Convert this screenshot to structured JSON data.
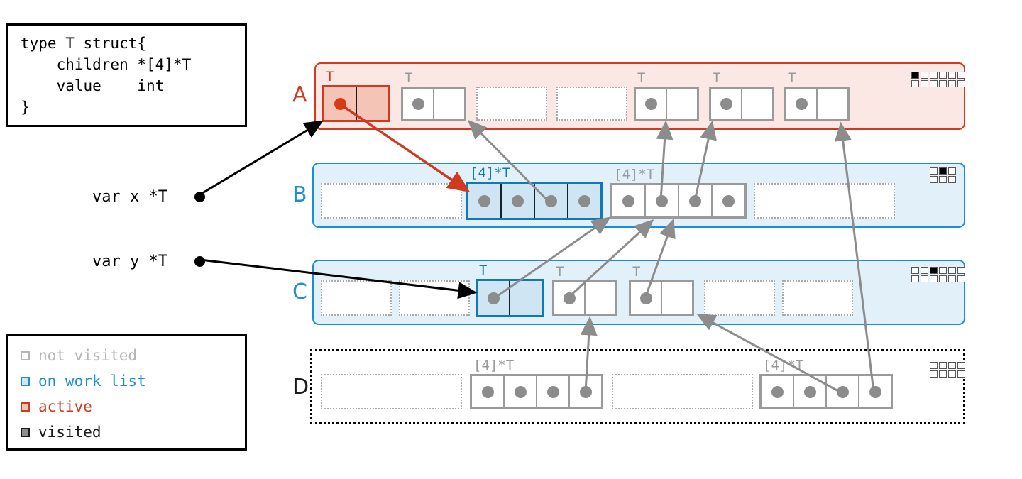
{
  "code_box": {
    "lines": [
      "type T struct{",
      "    children *[4]*T",
      "    value    int",
      "}"
    ]
  },
  "legend": {
    "items": [
      {
        "label": "not visited",
        "color": "#b5b5b5",
        "fill": "#ffffff"
      },
      {
        "label": "on work list",
        "color": "#1f8dd6",
        "fill": "#cfe5f4"
      },
      {
        "label": "active",
        "color": "#cf3a21",
        "fill": "#f4c4b6"
      },
      {
        "label": "visited",
        "color": "#1a1a1a",
        "fill": "#8c8c8c"
      }
    ]
  },
  "variables": [
    {
      "name": "var x *T",
      "text": "var x *T"
    },
    {
      "name": "var y *T",
      "text": "var y *T"
    }
  ],
  "rows": {
    "A": {
      "letter": "A",
      "letter_color": "#cf3a21",
      "badge": {
        "cols": 6,
        "rows": 2,
        "filled_index": 0
      },
      "slots": [
        {
          "kind": "node",
          "type": "struct",
          "label": "T",
          "state": "active",
          "cells": 2,
          "dots": [
            true,
            false
          ]
        },
        {
          "kind": "node",
          "type": "struct",
          "label": "T",
          "state": "not-visited",
          "cells": 2,
          "dots": [
            true,
            false
          ]
        },
        {
          "kind": "empty"
        },
        {
          "kind": "empty"
        },
        {
          "kind": "node",
          "type": "struct",
          "label": "T",
          "state": "not-visited",
          "cells": 2,
          "dots": [
            true,
            false
          ]
        },
        {
          "kind": "node",
          "type": "struct",
          "label": "T",
          "state": "not-visited",
          "cells": 2,
          "dots": [
            true,
            false
          ]
        },
        {
          "kind": "node",
          "type": "struct",
          "label": "T",
          "state": "not-visited",
          "cells": 2,
          "dots": [
            true,
            false
          ]
        }
      ]
    },
    "B": {
      "letter": "B",
      "letter_color": "#1f8dd6",
      "badge": {
        "cols": 3,
        "rows": 2,
        "filled_index": 1
      },
      "slots": [
        {
          "kind": "empty-wide"
        },
        {
          "kind": "node",
          "type": "array",
          "label": "[4]*T",
          "state": "on-work-list",
          "cells": 4,
          "dots": [
            true,
            true,
            true,
            true
          ]
        },
        {
          "kind": "node",
          "type": "array",
          "label": "[4]*T",
          "state": "not-visited",
          "cells": 4,
          "dots": [
            true,
            true,
            true,
            true
          ]
        },
        {
          "kind": "empty-wide"
        }
      ]
    },
    "C": {
      "letter": "C",
      "letter_color": "#1f8dd6",
      "badge": {
        "cols": 6,
        "rows": 2,
        "filled_index": 2
      },
      "slots": [
        {
          "kind": "empty"
        },
        {
          "kind": "empty"
        },
        {
          "kind": "node",
          "type": "struct",
          "label": "T",
          "state": "on-work-list",
          "cells": 2,
          "dots": [
            true,
            false
          ]
        },
        {
          "kind": "node",
          "type": "struct",
          "label": "T",
          "state": "not-visited",
          "cells": 2,
          "dots": [
            true,
            false
          ]
        },
        {
          "kind": "node",
          "type": "struct",
          "label": "T",
          "state": "not-visited",
          "cells": 2,
          "dots": [
            true,
            false
          ]
        },
        {
          "kind": "empty"
        },
        {
          "kind": "empty"
        }
      ]
    },
    "D": {
      "letter": "D",
      "letter_color": "#1a1a1a",
      "badge": {
        "cols": 4,
        "rows": 2,
        "filled_index": -1
      },
      "slots": [
        {
          "kind": "empty-wide"
        },
        {
          "kind": "node",
          "type": "array",
          "label": "[4]*T",
          "state": "not-visited",
          "cells": 4,
          "dots": [
            true,
            true,
            true,
            true
          ]
        },
        {
          "kind": "empty-wide"
        },
        {
          "kind": "node",
          "type": "array",
          "label": "[4]*T",
          "state": "not-visited",
          "cells": 4,
          "dots": [
            true,
            true,
            true,
            true
          ]
        }
      ]
    }
  },
  "colors": {
    "active": "#cf3a21",
    "work_list": "#1f8dd6",
    "not_visited": "#9a9a9a",
    "visited": "#1a1a1a",
    "pointer": "#8c8c8c",
    "root_arrow": "#000000"
  }
}
